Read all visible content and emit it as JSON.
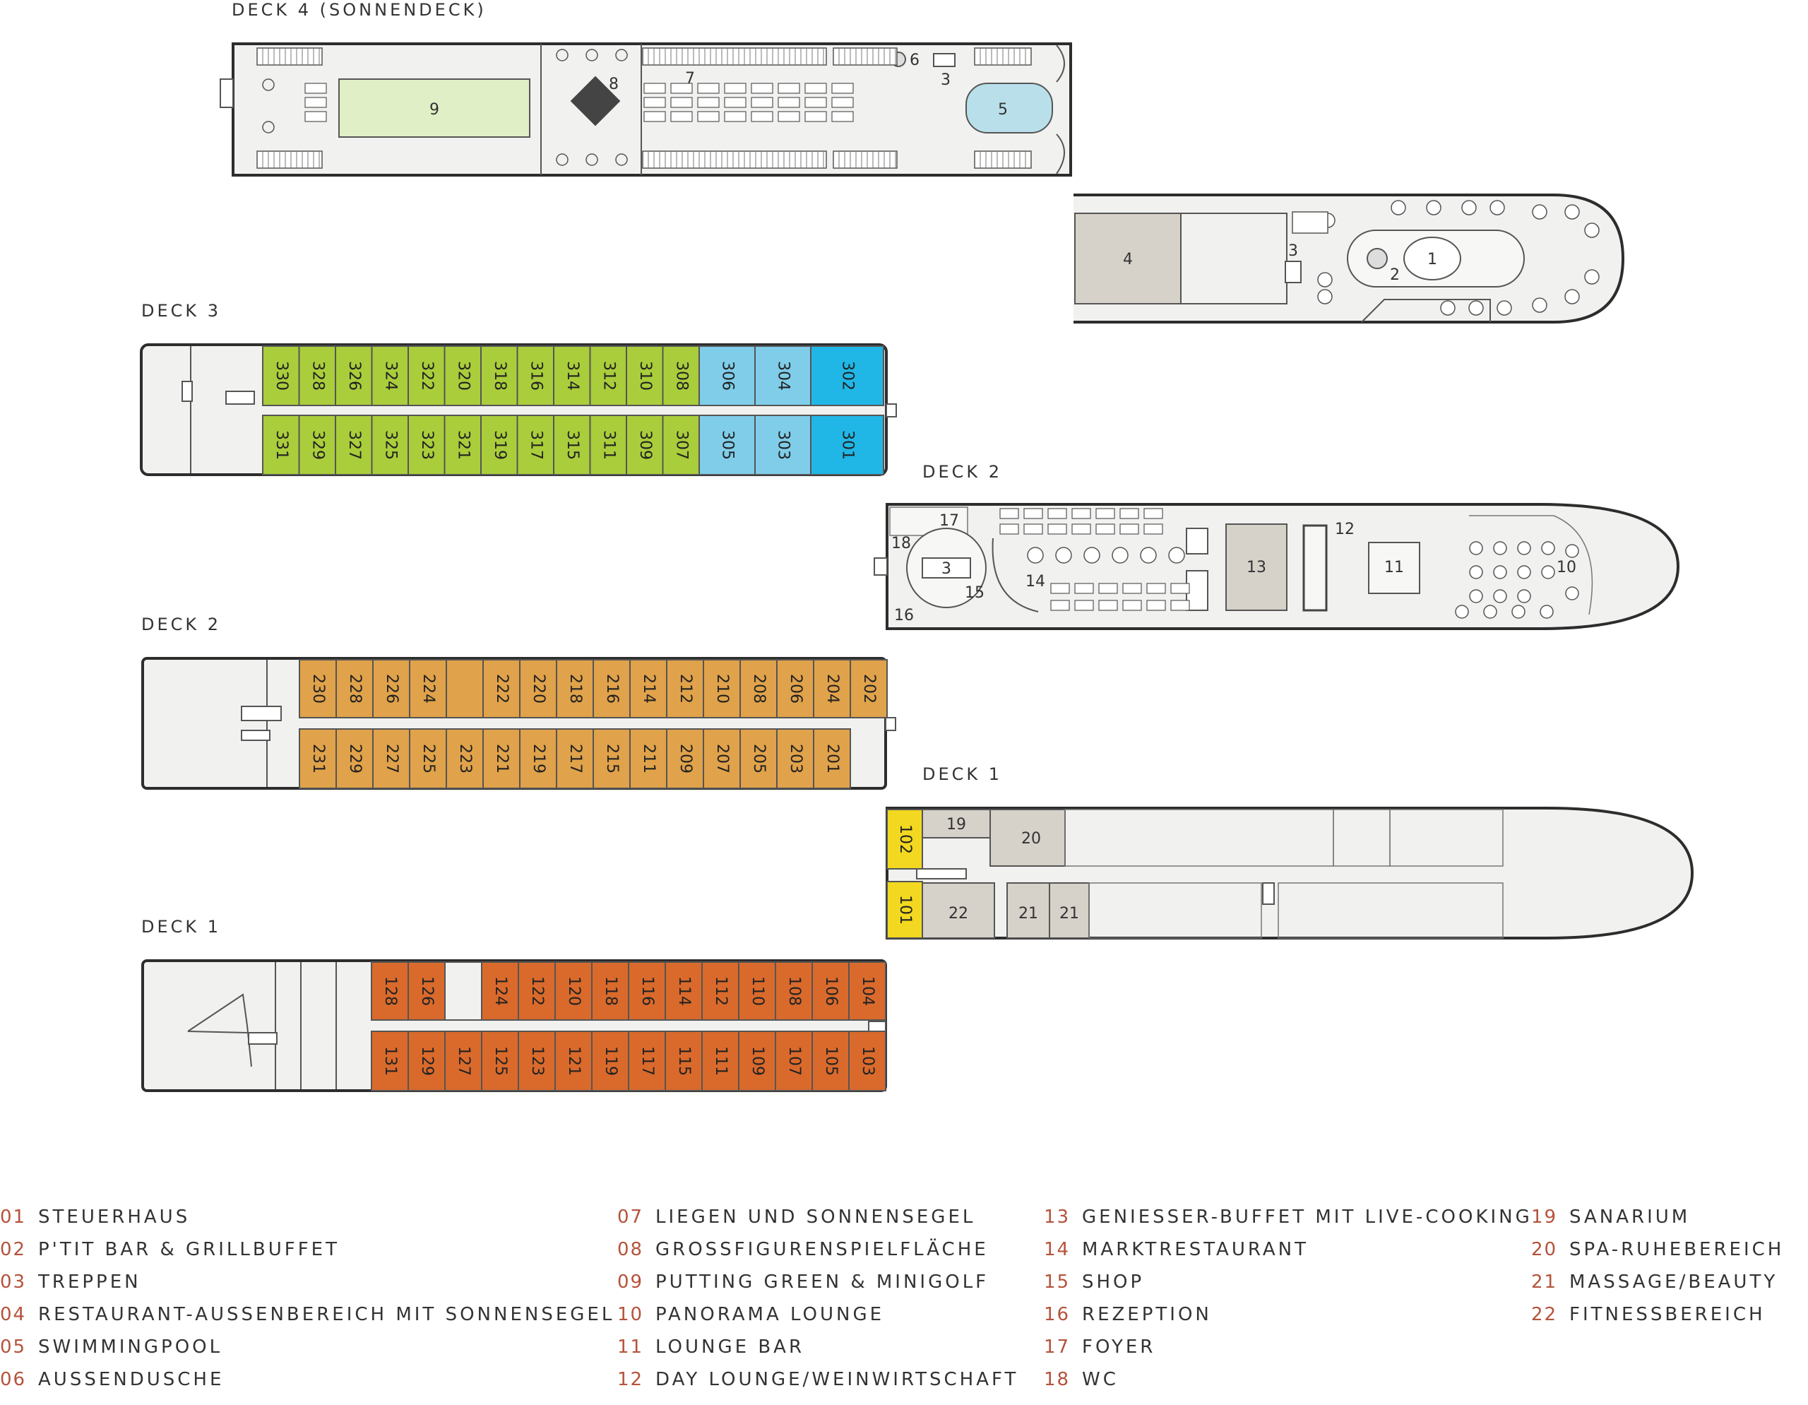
{
  "deck_titles": {
    "deck4": "DECK 4 (SONNENDECK)",
    "deck3": "DECK 3",
    "deck2_cabins": "DECK 2",
    "deck2_public": "DECK 2",
    "deck1_cabins": "DECK 1",
    "deck1_public": "DECK 1"
  },
  "colors": {
    "green_cabin": "#aacd3b",
    "lightblue_cabin": "#7fcde9",
    "blue_cabin": "#20b7e6",
    "orange_cabin": "#e0a24a",
    "rust_cabin": "#d96a2c",
    "yellow_cabin": "#f2d820",
    "putting_green": "#e1efc6",
    "pool": "#b9e0ea",
    "grey_room": "#d6d1c9",
    "legend_number": "#b5533c"
  },
  "deck3_cabins": {
    "top_green": [
      "330",
      "328",
      "326",
      "324",
      "322",
      "320",
      "318",
      "316",
      "314",
      "312",
      "310",
      "308"
    ],
    "top_lightblue": [
      "306",
      "304"
    ],
    "top_blue": [
      "302"
    ],
    "bottom_green": [
      "331",
      "329",
      "327",
      "325",
      "323",
      "321",
      "319",
      "317",
      "315",
      "311",
      "309",
      "307"
    ],
    "bottom_lightblue": [
      "305",
      "303"
    ],
    "bottom_blue": [
      "301"
    ]
  },
  "deck2_cabins": {
    "top": [
      "230",
      "228",
      "226",
      "224",
      "",
      "222",
      "220",
      "218",
      "216",
      "214",
      "212",
      "210",
      "208",
      "206",
      "204",
      "202"
    ],
    "bottom": [
      "231",
      "229",
      "227",
      "225",
      "223",
      "221",
      "219",
      "217",
      "215",
      "211",
      "209",
      "207",
      "205",
      "203",
      "201"
    ]
  },
  "deck1_cabins": {
    "top": [
      "128",
      "126",
      "",
      "124",
      "122",
      "120",
      "118",
      "116",
      "114",
      "112",
      "110",
      "108",
      "106",
      "104"
    ],
    "bottom": [
      "131",
      "129",
      "127",
      "125",
      "123",
      "121",
      "119",
      "117",
      "115",
      "111",
      "109",
      "107",
      "105",
      "103"
    ]
  },
  "deck1_public_cabins": {
    "top": "102",
    "bottom": "101"
  },
  "area_labels": {
    "deck4": {
      "putting": "9",
      "chess": "8",
      "loungers": "7",
      "shower": "6",
      "stairs": "3",
      "pool": "5"
    },
    "deck3_bow": {
      "restaurant": "4",
      "stairs": "3",
      "bar": "2",
      "wheelhouse": "1"
    },
    "deck2_public": {
      "foyer": "17",
      "wc": "18",
      "stairs": "3",
      "reception": "16",
      "shop": "15",
      "market": "14",
      "buffet": "13",
      "daylounge": "12",
      "loungebar": "11",
      "panorama": "10"
    },
    "deck1_public": {
      "sanarium": "19",
      "spa": "20",
      "fitness": "22",
      "massage_a": "21",
      "massage_b": "21"
    }
  },
  "legend": [
    [
      {
        "num": "01",
        "label": "STEUERHAUS"
      },
      {
        "num": "02",
        "label": "P'TIT BAR & GRILLBUFFET"
      },
      {
        "num": "03",
        "label": "TREPPEN"
      },
      {
        "num": "04",
        "label": "RESTAURANT-AUSSENBEREICH MIT SONNENSEGEL"
      },
      {
        "num": "05",
        "label": "SWIMMINGPOOL"
      },
      {
        "num": "06",
        "label": "AUSSENDUSCHE"
      }
    ],
    [
      {
        "num": "07",
        "label": "LIEGEN UND SONNENSEGEL"
      },
      {
        "num": "08",
        "label": "GROSSFIGURENSPIELFLÄCHE"
      },
      {
        "num": "09",
        "label": "PUTTING GREEN & MINIGOLF"
      },
      {
        "num": "10",
        "label": "PANORAMA LOUNGE"
      },
      {
        "num": "11",
        "label": "LOUNGE BAR"
      },
      {
        "num": "12",
        "label": "DAY LOUNGE/WEINWIRTSCHAFT"
      }
    ],
    [
      {
        "num": "13",
        "label": "GENIESSER-BUFFET MIT LIVE-COOKING"
      },
      {
        "num": "14",
        "label": "MARKTRESTAURANT"
      },
      {
        "num": "15",
        "label": "SHOP"
      },
      {
        "num": "16",
        "label": "REZEPTION"
      },
      {
        "num": "17",
        "label": "FOYER"
      },
      {
        "num": "18",
        "label": "WC"
      }
    ],
    [
      {
        "num": "19",
        "label": "SANARIUM"
      },
      {
        "num": "20",
        "label": "SPA-RUHEBEREICH"
      },
      {
        "num": "21",
        "label": "MASSAGE/BEAUTY"
      },
      {
        "num": "22",
        "label": "FITNESSBEREICH"
      }
    ]
  ]
}
